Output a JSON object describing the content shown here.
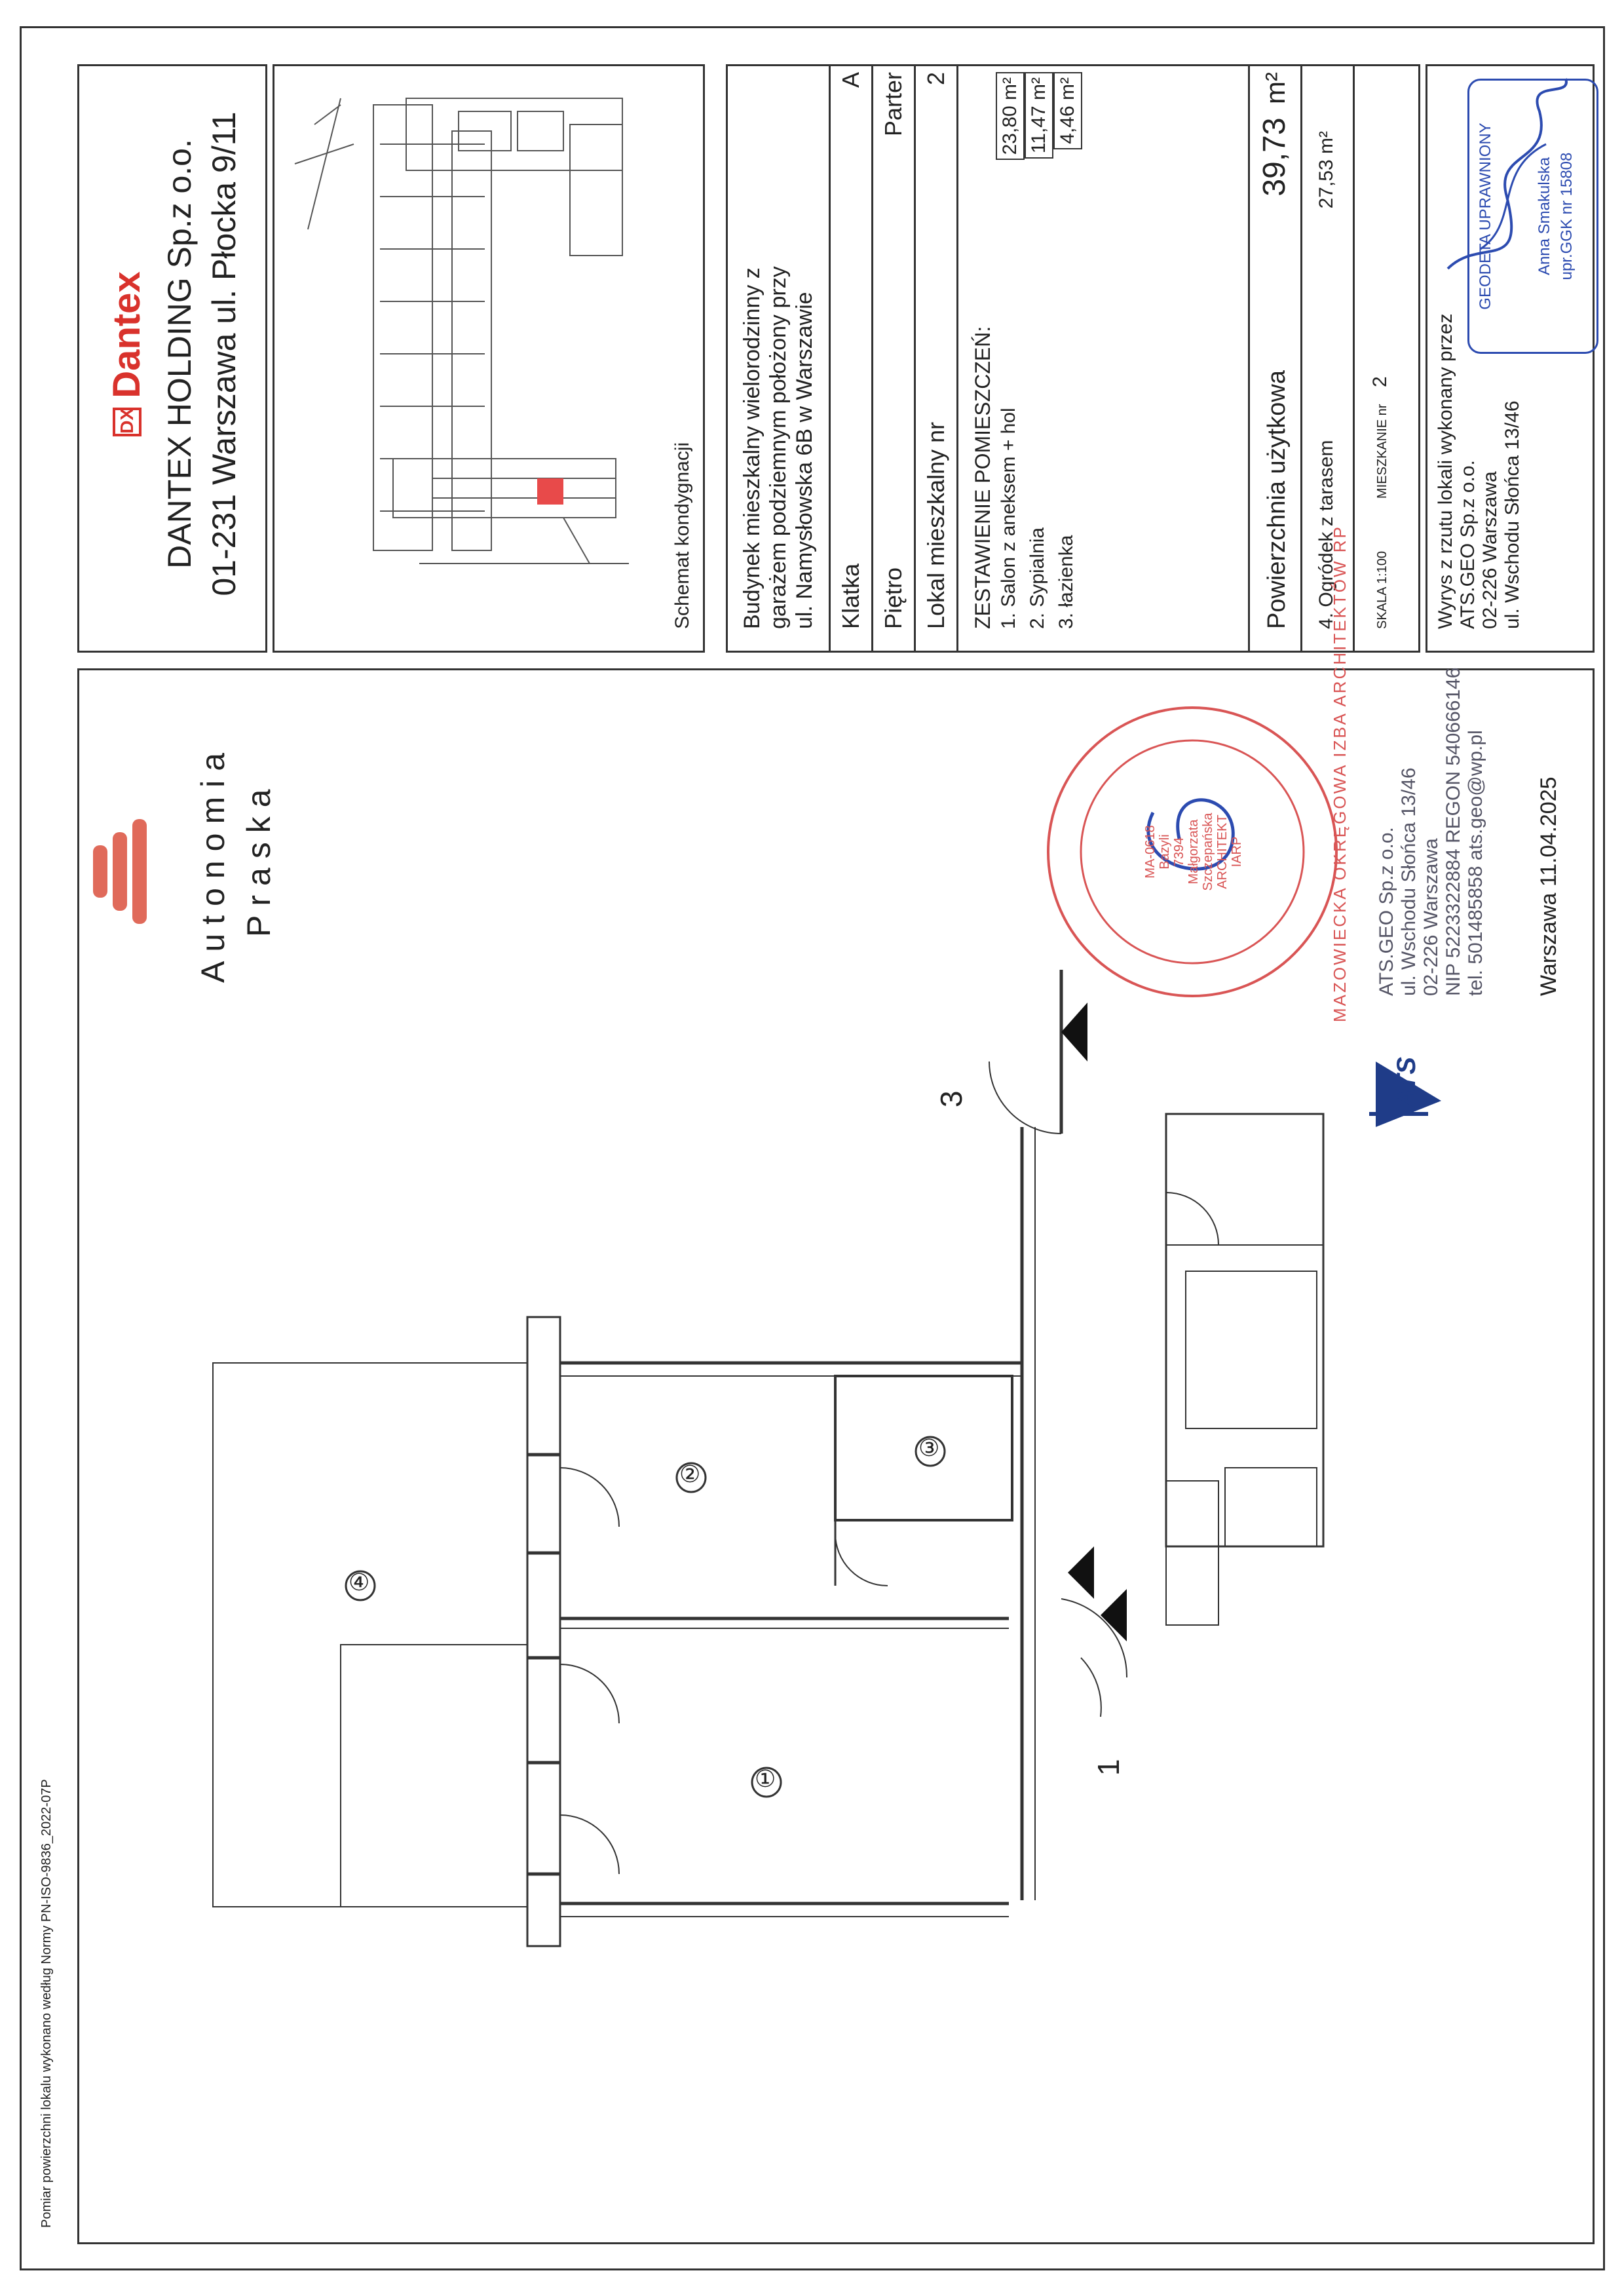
{
  "title_block": {
    "company_brand": "Dantex",
    "company_line1": "DANTEX HOLDING Sp.z o.o.",
    "company_line2": "01-231 Warszawa ul. Płocka 9/11",
    "schemat_label": "Schemat kondygnacji",
    "building_desc": [
      "Budynek mieszkalny wielorodzinny z",
      "garażem podziemnym położony przy",
      "ul. Namysłowska 6B w Warszawie"
    ],
    "klatka_label": "Klatka",
    "klatka_value": "A",
    "pietro_label": "Piętro",
    "pietro_value": "Parter",
    "lokal_label": "Lokal mieszkalny nr",
    "lokal_value": "2",
    "rooms_header": "ZESTAWIENIE POMIESZCZEŃ:",
    "rooms": [
      {
        "name": "1.  Salon z aneksem + hol",
        "area": "23,80 m²"
      },
      {
        "name": "2.  Sypialnia",
        "area": "11,47 m²"
      },
      {
        "name": "3.  łazienka",
        "area": "4,46 m²"
      }
    ],
    "pu_label": "Powierzchnia użytkowa",
    "pu_value": "39,73",
    "pu_unit": "m²",
    "garden_label": "4. Ogródek  z tarasem",
    "garden_value": "27,53 m²",
    "scale_label": "SKALA 1:100",
    "apt_label": "MIESZKANIE nr",
    "apt_value": "2",
    "surveyor_lines": [
      "Wyrys z rzutu lokali wykonany przez",
      "ATS.GEO Sp.z o.o.",
      "02-226 Warszawa",
      "ul. Wschodu Słońca 13/46"
    ],
    "stamp_lines": [
      "GEODETA UPRAWNIONY",
      "Anna Smakulska",
      "upr.GGK nr 15808"
    ]
  },
  "project": {
    "name_line1": "Autonomia",
    "name_line2": "Praska"
  },
  "architect_stamp": {
    "ring_text": "MAZOWIECKA OKRĘGOWA IZBA ARCHITEKTÓW RP",
    "center_lines": [
      "MA-0618",
      "Bazyli",
      "7394",
      "Małgorzata",
      "Szczepańska",
      "ARCHITEKT",
      "IARP"
    ]
  },
  "surveyor_company": {
    "logo": "ATS",
    "lines": [
      "ATS.GEO Sp.z o.o.",
      "ul. Wschodu Słońca 13/46",
      "02-226 Warszawa",
      "NIP 5223322884 REGON 540666146",
      "tel. 501485858 ats.geo@wp.pl"
    ],
    "date_line": "Warszawa 11.04.2025"
  },
  "plan": {
    "room_numbers": [
      "①",
      "②",
      "③",
      "④"
    ],
    "door_markers": [
      "1",
      "3"
    ]
  },
  "footer_note": "Pomiar powierzchni lokalu wykonano według Normy  PN-ISO-9836_2022-07P"
}
